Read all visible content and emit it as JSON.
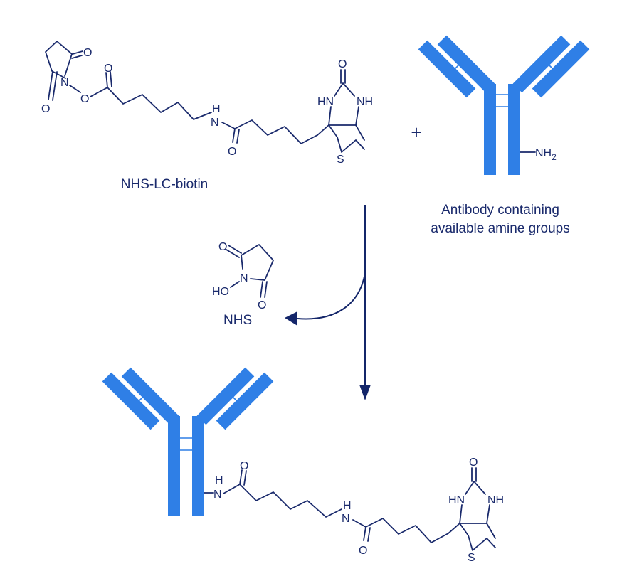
{
  "reagent": {
    "label": "NHS-LC-biotin"
  },
  "plus": "+",
  "antibody": {
    "caption_line1": "Antibody containing",
    "caption_line2": "available amine groups",
    "amine_group": "NH",
    "amine_subscript": "2"
  },
  "byproduct": {
    "label": "NHS"
  },
  "atoms": {
    "O": "O",
    "N": "N",
    "H": "H",
    "S": "S",
    "HN": "HN",
    "NH": "NH",
    "HO": "HO"
  },
  "colors": {
    "antibody": "#2f7fe6",
    "structure": "#1a2a6c",
    "arrow": "#14266a"
  }
}
